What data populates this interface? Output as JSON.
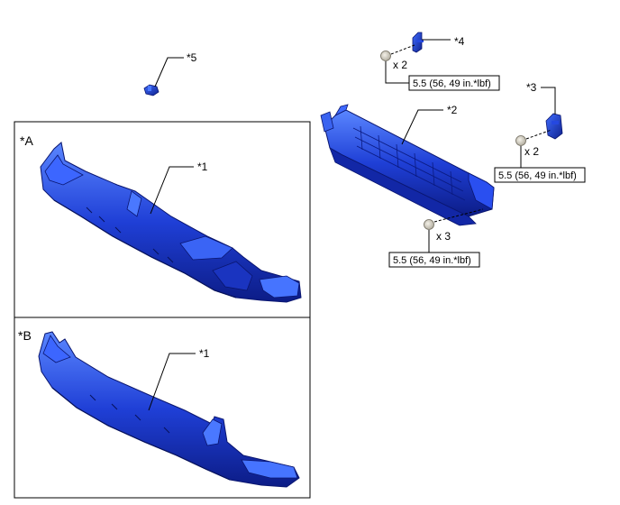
{
  "panel_a": {
    "tag": "*A",
    "part_ref": "*1"
  },
  "panel_b": {
    "tag": "*B",
    "part_ref": "*1"
  },
  "callouts": {
    "c2": "*2",
    "c3": "*3",
    "c4": "*4",
    "c5": "*5"
  },
  "fasteners": {
    "qty_upper": "x 2",
    "qty_right": "x 2",
    "qty_lower": "x 3"
  },
  "torque": {
    "upper": "5.5 (56, 49 in.*lbf)",
    "right": "5.5 (56, 49 in.*lbf)",
    "lower": "5.5 (56, 49 in.*lbf)"
  },
  "colors": {
    "part_blue": "#1f3fd6",
    "part_blue_dark": "#0d1f8a",
    "part_blue_light": "#4a78ff",
    "nut_gray": "#d8d4c8"
  }
}
